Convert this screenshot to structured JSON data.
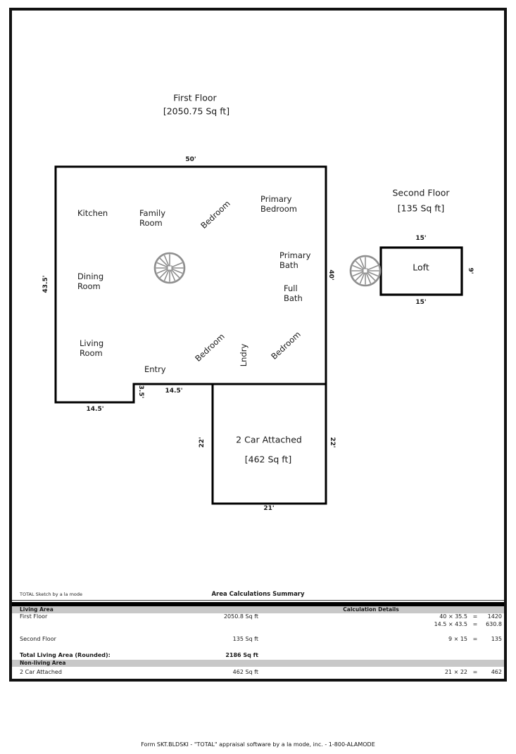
{
  "first_floor": {
    "title": "First Floor",
    "area": "[2050.75 Sq ft]",
    "rooms": {
      "kitchen": "Kitchen",
      "family_room": "Family\nRoom",
      "bedroom_top": "Bedroom",
      "primary_bedroom": "Primary\nBedroom",
      "dining_room": "Dining\nRoom",
      "primary_bath": "Primary\nBath",
      "full_bath": "Full\nBath",
      "living_room": "Living\nRoom",
      "entry": "Entry",
      "bedroom_left": "Bedroom",
      "laundry": "Lndry",
      "bedroom_right": "Bedroom"
    },
    "dims": {
      "top": "50'",
      "left": "43.5'",
      "right": "40'",
      "bottom_left": "14.5'",
      "step": "3.5'",
      "bottom_mid": "14.5'"
    }
  },
  "second_floor": {
    "title": "Second Floor",
    "area": "[135 Sq ft]",
    "rooms": {
      "loft": "Loft"
    },
    "dims": {
      "top": "15'",
      "bottom": "15'",
      "right": "9'"
    }
  },
  "garage": {
    "label": "2 Car Attached",
    "area": "[462 Sq ft]",
    "dims": {
      "left": "22'",
      "right": "22'",
      "bottom": "21'"
    }
  },
  "icons": {
    "stairs": "spiral-staircase"
  },
  "table": {
    "watermark": "TOTAL Sketch by a la mode",
    "title": "Area Calculations Summary",
    "living_header": "Living Area",
    "calc_header": "Calculation Details",
    "equals": "=",
    "row_first_floor": {
      "name": "First Floor",
      "area": "2050.8 Sq ft",
      "calc1_expr": "40 × 35.5",
      "calc1_val": "1420",
      "calc2_expr": "14.5 × 43.5",
      "calc2_val": "630.8"
    },
    "row_second_floor": {
      "name": "Second Floor",
      "area": "135 Sq ft",
      "calc_expr": "9 × 15",
      "calc_val": "135"
    },
    "row_total": {
      "name": "Total Living Area (Rounded):",
      "area": "2186 Sq ft"
    },
    "nonliving_header": "Non-living Area",
    "row_garage": {
      "name": "2 Car Attached",
      "area": "462 Sq ft",
      "calc_expr": "21 × 22",
      "calc_val": "462"
    }
  },
  "footer": "Form SKT.BLDSKI - \"TOTAL\" appraisal software by a la mode, inc. - 1-800-ALAMODE"
}
